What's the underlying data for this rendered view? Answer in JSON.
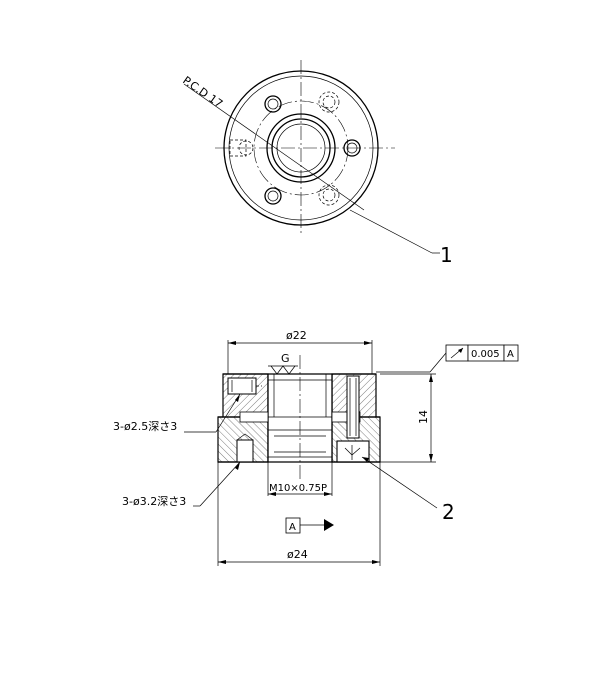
{
  "labels": {
    "pcd": "P.C.D 17",
    "balloon1": "1",
    "balloon2": "2",
    "dia22": "ø22",
    "g": "G",
    "tolerance_value": "0.005",
    "tolerance_datum": "A",
    "height14": "14",
    "hole25": "3-ø2.5深さ3",
    "hole32": "3-ø3.2深さ3",
    "thread": "M10×0.75P",
    "datum_a": "A",
    "dia24": "ø24"
  }
}
